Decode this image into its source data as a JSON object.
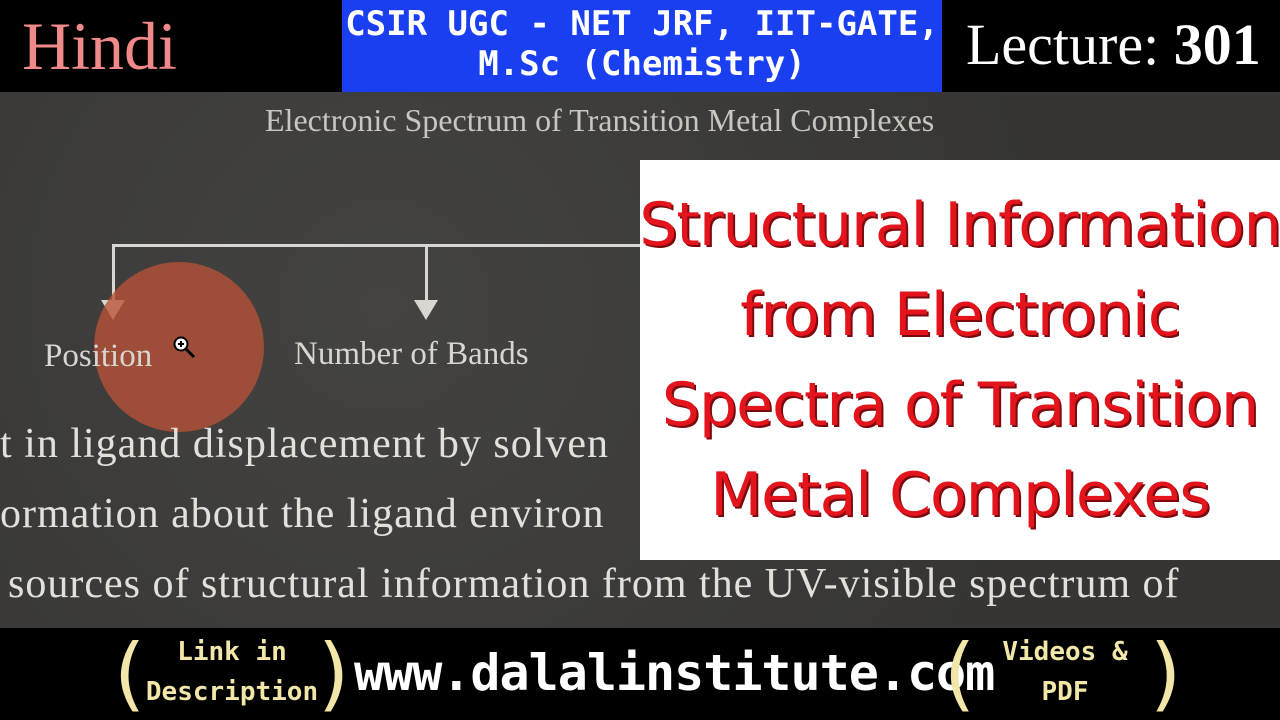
{
  "header": {
    "language": "Hindi",
    "course_line1": "CSIR UGC - NET JRF, IIT-GATE,",
    "course_line2": "M.Sc (Chemistry)",
    "lecture_label": "Lecture:",
    "lecture_number": "301"
  },
  "slide": {
    "title": "Electronic Spectrum of Transition Metal Complexes",
    "nodes": [
      "Position",
      "Number of Bands"
    ],
    "body_lines": [
      "t in ligand displacement by solven",
      "ormation about the ligand environ",
      "sources of structural information from the UV-visible spectrum of"
    ]
  },
  "overlay": {
    "lines": [
      "Structural Information",
      "from Electronic",
      "Spectra of Transition",
      "Metal Complexes"
    ]
  },
  "footer": {
    "left_line1": "Link in",
    "left_line2": "Description",
    "url": "www.dalalinstitute.com",
    "right_line1": "Videos &",
    "right_line2": "PDF"
  },
  "colors": {
    "header_blue": "#1a3ff0",
    "title_red": "#e3141c",
    "language_pink": "#f08a8a",
    "footer_cream": "#f2e7a8",
    "highlight": "#b95237"
  }
}
